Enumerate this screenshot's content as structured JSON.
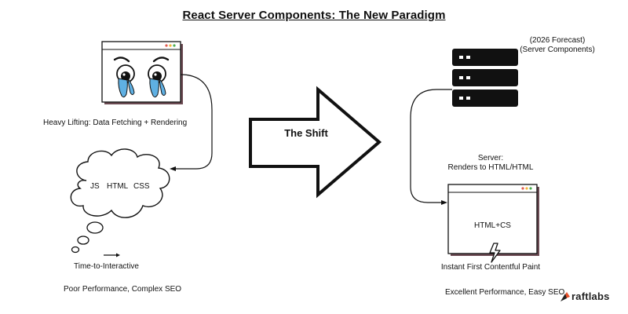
{
  "title": "React Server Components: The New Paradigm",
  "left": {
    "heavy_lifting_label": "Heavy Lifting: Data Fetching + Rendering",
    "cloud_items": [
      "JS",
      "HTML",
      "CSS"
    ],
    "tti_label": "Time-to-Interactive",
    "footer_label": "Poor Performance, Complex SEO"
  },
  "middle": {
    "shift_label": "The Shift"
  },
  "right": {
    "forecast_line1": "(2026 Forecast)",
    "forecast_line2": "(Server Components)",
    "server_line1": "Server:",
    "server_line2": "Renders to HTML/HTML",
    "browser_content": "HTML+CS",
    "paint_label": "Instant First Contentful Paint",
    "footer_label": "Excellent Performance, Easy SEO"
  },
  "brand": {
    "name": "raftlabs",
    "color": "#e8502a"
  },
  "colors": {
    "window_dot_red": "#e05a4f",
    "window_dot_yellow": "#f2b53a",
    "window_dot_green": "#4caf50",
    "tear_blue": "#5fb0e3",
    "shadow": "#6b4a52"
  },
  "icons": {
    "sad_face": "crying-face-icon",
    "lightning": "lightning-icon",
    "server": "server-rack-icon",
    "logo": "raftlabs-logo-icon"
  }
}
